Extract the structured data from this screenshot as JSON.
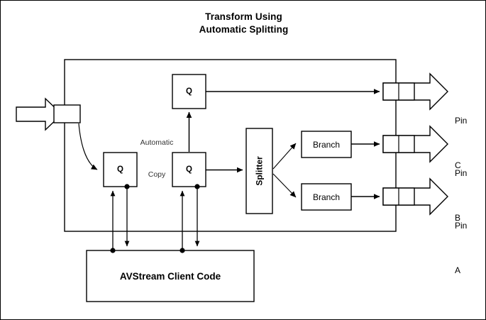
{
  "page": {
    "title_line1": "Transform Using",
    "title_line2": "Automatic Splitting",
    "background": "#ffffff",
    "stroke": "#000000"
  },
  "diagram": {
    "container_label": "transform-filter-boundary",
    "input": {
      "arrow_name": "input-stream-arrow",
      "pin_name": "input-pin-connector"
    },
    "queues": [
      {
        "id": "q-left",
        "label": "Q"
      },
      {
        "id": "q-mid",
        "label": "Q"
      },
      {
        "id": "q-top",
        "label": "Q"
      }
    ],
    "annotation": {
      "line1": "Automatic",
      "line2": "Copy"
    },
    "splitter": {
      "label": "Splitter"
    },
    "branches": [
      {
        "id": "branch-upper",
        "label": "Branch"
      },
      {
        "id": "branch-lower",
        "label": "Branch"
      }
    ],
    "output_pins": [
      {
        "id": "pin-c",
        "line1": "Pin",
        "line2": "C"
      },
      {
        "id": "pin-b",
        "line1": "Pin",
        "line2": "B"
      },
      {
        "id": "pin-a",
        "line1": "Pin",
        "line2": "A"
      }
    ],
    "client": {
      "label": "AVStream Client Code"
    }
  }
}
